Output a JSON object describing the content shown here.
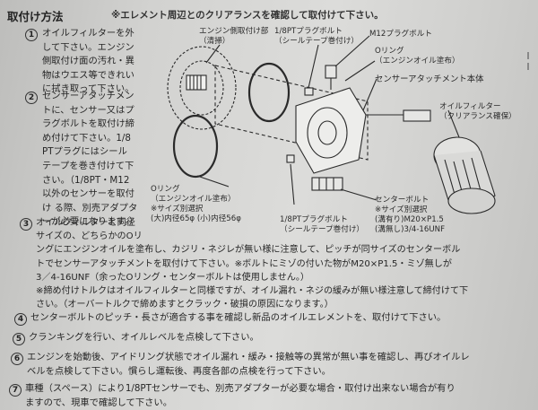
{
  "heading": {
    "title": "取付け方法",
    "note": "※エレメント周辺とのクリアランスを確認して取付けて下さい。"
  },
  "steps": [
    {
      "num": "1",
      "text": "オイルフィルターを外\nして下さい。エンジン\n側取付け面の汚れ・異\n物はウエス等できれい\nに拭き取って下さい。"
    },
    {
      "num": "2",
      "text": "センサーアタッチメン\nトに、センサー又はプ\nラグボルトを取付け締\nめ付けて下さい。1/8\nPTプラグにはシール\nテープを巻き付けて下\nさい。（1/8PT・M12\n以外のセンサーを取付\nけ る際、別売アダプタ\nーが必要になります。）"
    },
    {
      "num": "3",
      "text": "オイルフィルターと同径\nサイズの、どちらかのOリ\nングにエンジンオイルを塗布し、カジリ・ネジレが無い様に注意して、ピッチが同サイズのセンターボル\nトでセンサーアタッチメントを取付けて下さい。※ボルトにミゾの付いた物がM20×P1.5・ミゾ無しが\n3／4-16UNF（余ったOリング・センターボルトは使用しません。）\n※締め付けトルクはオイルフィルターと同様ですが、オイル漏れ・ネジの緩みが無い様注意して締付けて下\nさい。（オーバートルクで締めますとクラック・破損の原因になります。）"
    },
    {
      "num": "4",
      "text": "センターボルトのピッチ・長さが適合する事を確認し新品のオイルエレメントを、取付けて下さい。"
    },
    {
      "num": "5",
      "text": "クランキングを行い、オイルレベルを点検して下さい。"
    },
    {
      "num": "6",
      "text": "エンジンを始動後、アイドリング状態でオイル漏れ・緩み・接触等の異常が無い事を確認し、再びオイルレ\nベルを点検して下さい。慣らし運転後、再度各部の点検を行って下さい。"
    },
    {
      "num": "7",
      "text": "車種（スペース）により1/8PTセンサーでも、別売アダプターが必要な場合・取付け出来ない場合が有り\nますので、現車で確認して下さい。"
    }
  ],
  "diagram": {
    "engine_side": "エンジン側取付け部\n（清掃）",
    "plug_top": "1/8PTプラグボルト\n（シールテープ巻付け）",
    "m12_plug": "M12プラグボルト",
    "oring_small": "Oリング\n（エンジンオイル塗布）",
    "attachment_body": "センサーアタッチメント本体",
    "oil_filter": "オイルフィルター\n（クリアランス確保）",
    "oring_main": "Oリング\n（エンジンオイル塗布）\n※サイズ別選択\n(大)内径65φ (小)内径56φ",
    "plug_bottom": "1/8PTプラグボルト\n（シールテープ巻付け）",
    "center_bolt": "センターボルト\n※サイズ別選択\n(溝有り)M20×P1.5\n(溝無し)3/4-16UNF"
  },
  "colors": {
    "ink": "#262626",
    "paper": "#d6d6d4"
  }
}
